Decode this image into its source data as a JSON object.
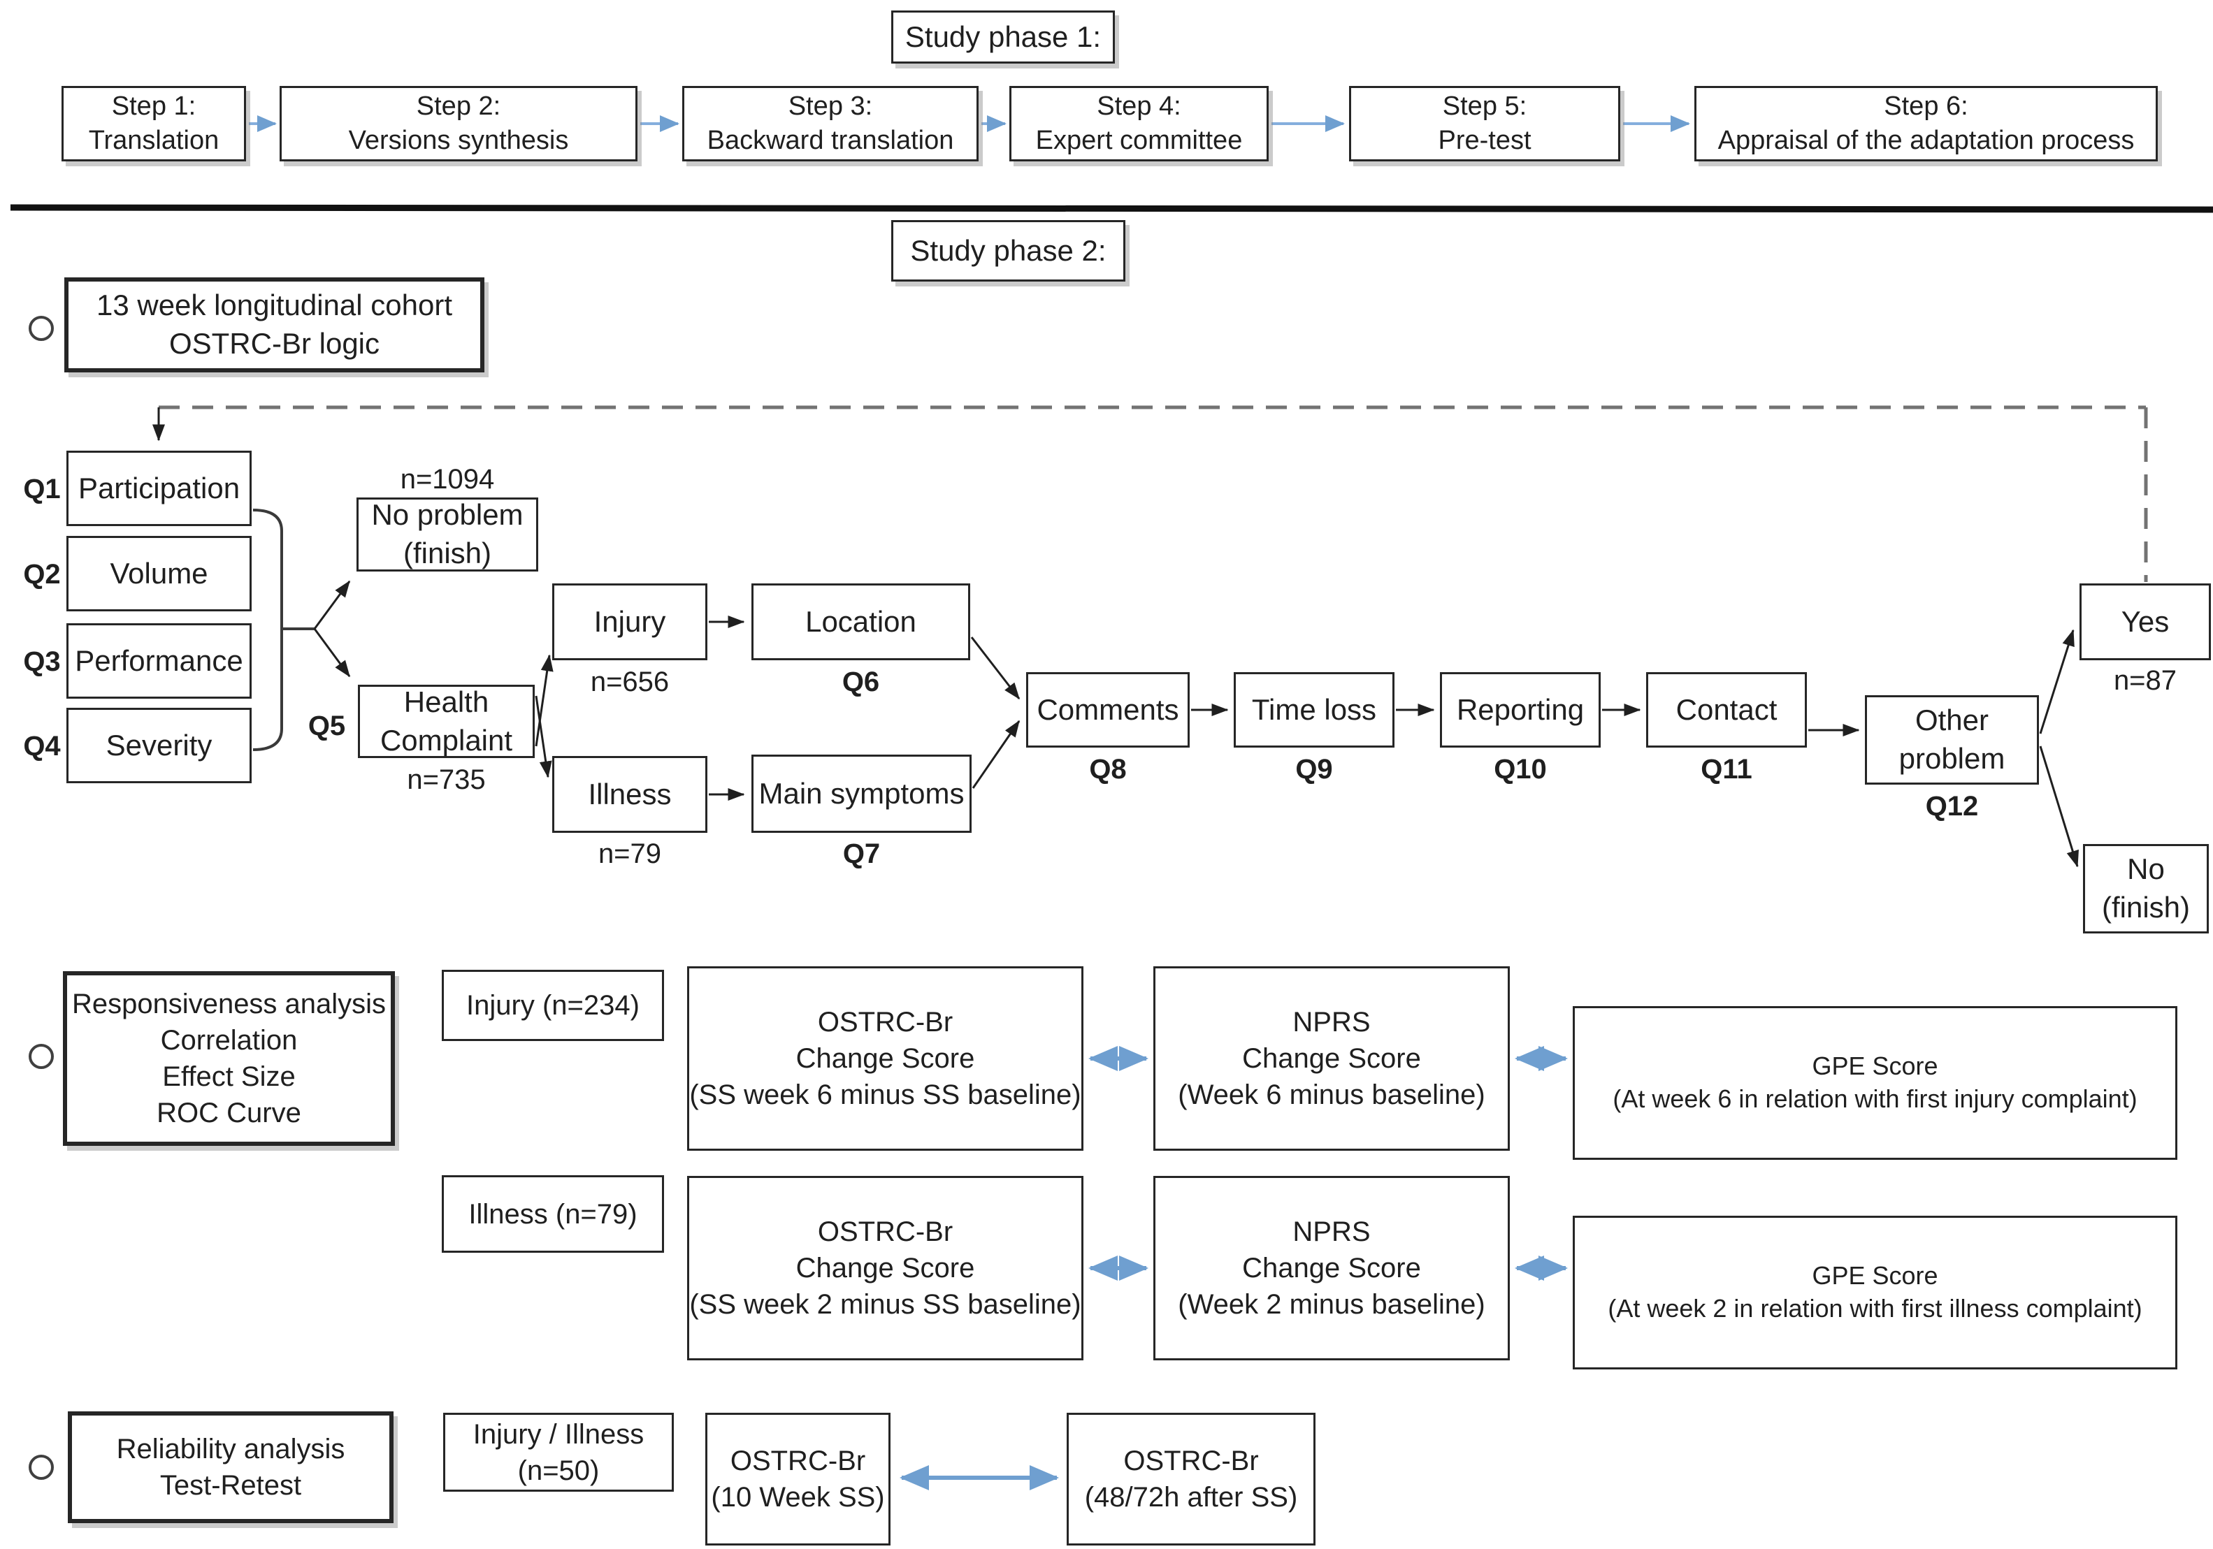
{
  "phase1": {
    "title": "Study phase 1:",
    "steps": [
      "Step 1:\nTranslation",
      "Step 2:\nVersions synthesis",
      "Step 3:\nBackward translation",
      "Step 4:\nExpert committee",
      "Step 5:\nPre-test",
      "Step 6:\nAppraisal of the adaptation process"
    ]
  },
  "phase2": {
    "title": "Study phase 2:",
    "cohort_label": "13 week longitudinal cohort\nOSTRC-Br logic"
  },
  "flow": {
    "q1": "Q1",
    "q2": "Q2",
    "q3": "Q3",
    "q4": "Q4",
    "q5": "Q5",
    "q6": "Q6",
    "q7": "Q7",
    "q8": "Q8",
    "q9": "Q9",
    "q10": "Q10",
    "q11": "Q11",
    "q12": "Q12",
    "participation": "Participation",
    "volume": "Volume",
    "performance": "Performance",
    "severity": "Severity",
    "n_no_problem": "n=1094",
    "no_problem": "No problem\n(finish)",
    "health_complaint": "Health\nComplaint",
    "n_health_complaint": "n=735",
    "injury": "Injury",
    "n_injury": "n=656",
    "location": "Location",
    "illness": "Illness",
    "n_illness": "n=79",
    "main_symptoms": "Main symptoms",
    "comments": "Comments",
    "time_loss": "Time loss",
    "reporting": "Reporting",
    "contact": "Contact",
    "other_problem": "Other\nproblem",
    "yes": "Yes",
    "n_yes": "n=87",
    "no_finish": "No\n(finish)"
  },
  "responsiveness": {
    "label": "Responsiveness analysis\nCorrelation\nEffect Size\nROC Curve",
    "rows": [
      {
        "group": "Injury (n=234)",
        "ostrc": "OSTRC-Br\nChange Score\n(SS week 6 minus SS baseline)",
        "nprs": "NPRS\nChange Score\n(Week 6 minus baseline)",
        "gpe": "GPE Score\n(At week 6 in relation with first injury complaint)"
      },
      {
        "group": "Illness (n=79)",
        "ostrc": "OSTRC-Br\nChange Score\n(SS week 2 minus SS baseline)",
        "nprs": "NPRS\nChange Score\n(Week 2 minus baseline)",
        "gpe": "GPE Score\n(At week 2 in relation with first illness complaint)"
      }
    ]
  },
  "reliability": {
    "label": "Reliability analysis\nTest-Retest",
    "group": "Injury / Illness\n(n=50)",
    "test": "OSTRC-Br\n(10 Week SS)",
    "retest": "OSTRC-Br\n(48/72h after SS)"
  },
  "colors": {
    "arrow_blue": "#6f9fd0",
    "step_arrow_blue": "#7ba6d9",
    "line_black": "#1f1f1f",
    "dash_gray": "#737373"
  }
}
